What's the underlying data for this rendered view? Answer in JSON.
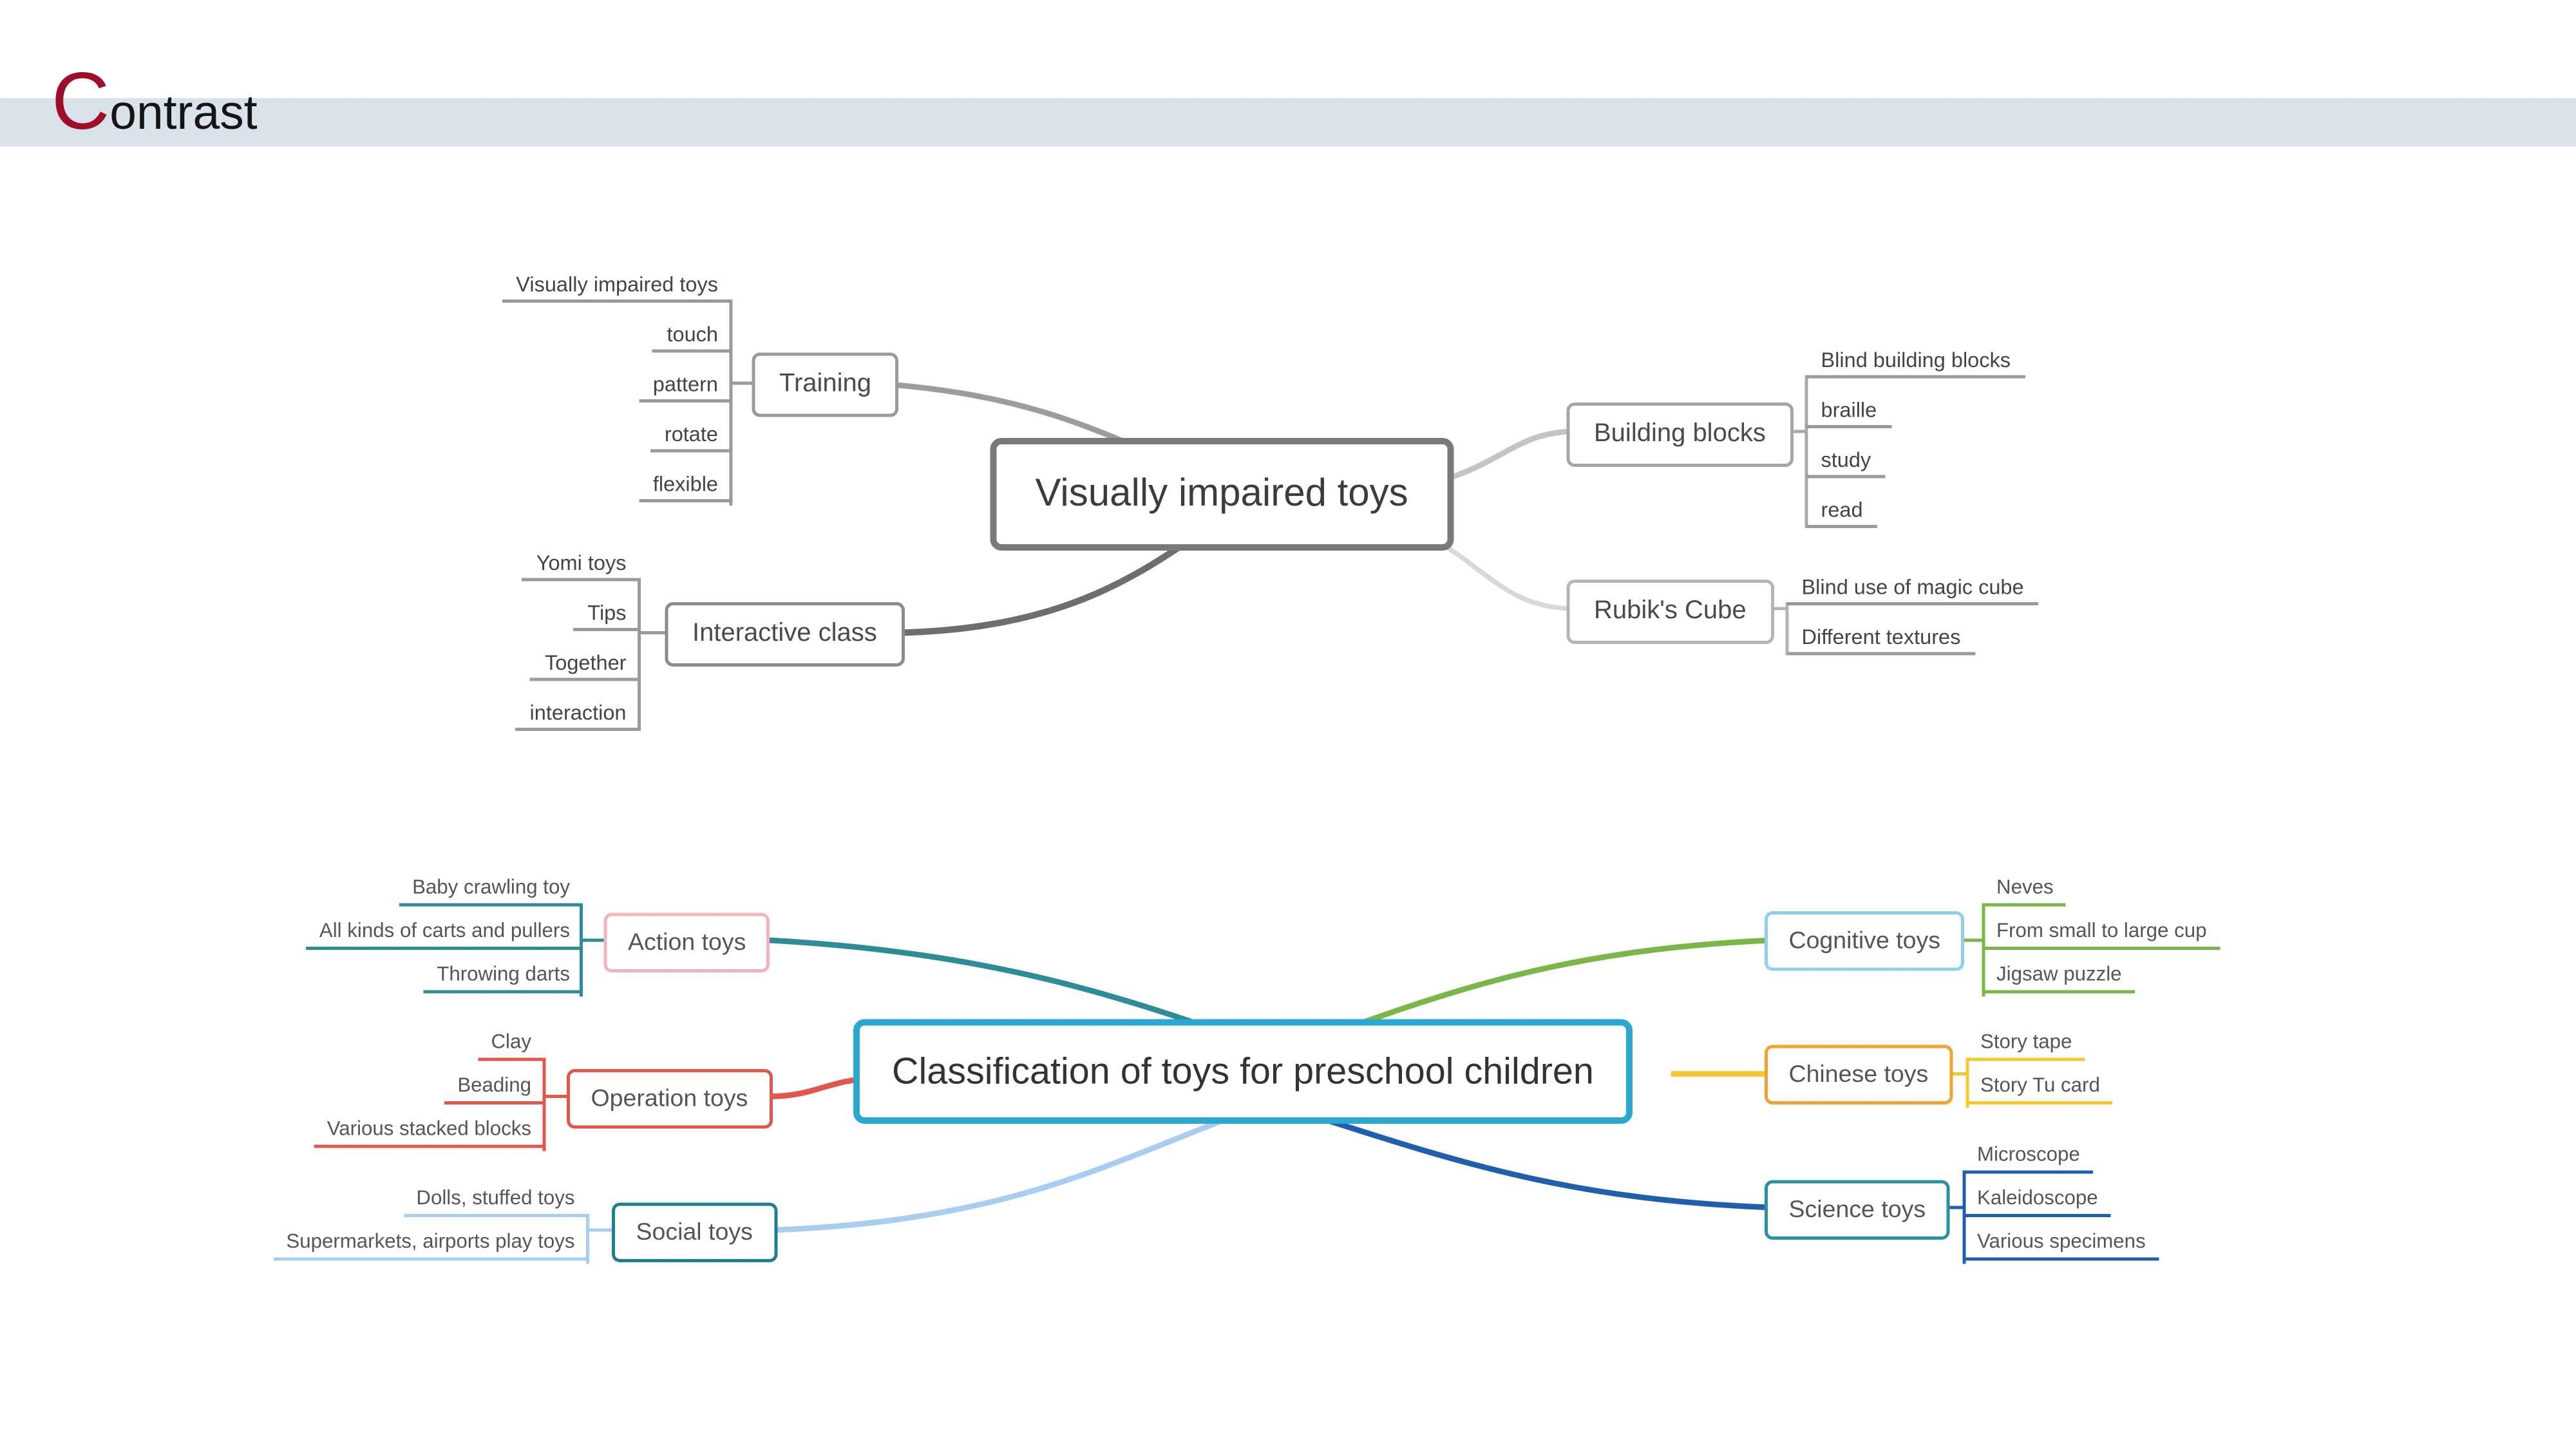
{
  "header": {
    "title_c": "C",
    "title_rest": "ontrast"
  },
  "map_visually_impaired": {
    "center": "Visually impaired toys",
    "training": {
      "label": "Training",
      "children": [
        "Visually impaired toys",
        "touch",
        "pattern",
        "rotate",
        "flexible"
      ]
    },
    "interactive_class": {
      "label": "Interactive class",
      "children": [
        "Yomi toys",
        "Tips",
        "Together",
        "interaction"
      ]
    },
    "building_blocks": {
      "label": "Building blocks",
      "children": [
        "Blind building blocks",
        "braille",
        "study",
        "read"
      ]
    },
    "rubiks_cube": {
      "label": "Rubik's Cube",
      "children": [
        "Blind use of magic cube",
        "Different textures"
      ]
    }
  },
  "map_preschool": {
    "center": "Classification of toys for preschool children",
    "action_toys": {
      "label": "Action toys",
      "children": [
        "Baby crawling toy",
        "All kinds of carts and pullers",
        "Throwing darts"
      ]
    },
    "operation_toys": {
      "label": "Operation toys",
      "children": [
        "Clay",
        "Beading",
        "Various stacked blocks"
      ]
    },
    "social_toys": {
      "label": "Social toys",
      "children": [
        "Dolls, stuffed toys",
        "Supermarkets, airports play toys"
      ]
    },
    "cognitive_toys": {
      "label": "Cognitive toys",
      "children": [
        "Neves",
        "From small to large cup",
        "Jigsaw puzzle"
      ]
    },
    "chinese_toys": {
      "label": "Chinese toys",
      "children": [
        "Story tape",
        "Story Tu card"
      ]
    },
    "science_toys": {
      "label": "Science toys",
      "children": [
        "Microscope",
        "Kaleidoscope",
        "Various specimens"
      ]
    }
  },
  "colors": {
    "banner": "#d9e1eb",
    "title_initial": "#9e0e2a",
    "map1_center_border": "#7a7a7a",
    "map2_center_border": "#2ba7d0",
    "action_border": "#f2b3bd",
    "action_line": "#2e8b98",
    "operation_border": "#e2574b",
    "operation_line": "#e2574b",
    "social_border": "#1f7f8c",
    "social_line": "#a9cdf0",
    "cognitive_border": "#8fd0e8",
    "cognitive_line": "#7ab648",
    "chinese_border": "#f0a232",
    "chinese_line": "#f5c832",
    "science_border": "#2a8f9e",
    "science_line": "#1f5fae"
  }
}
